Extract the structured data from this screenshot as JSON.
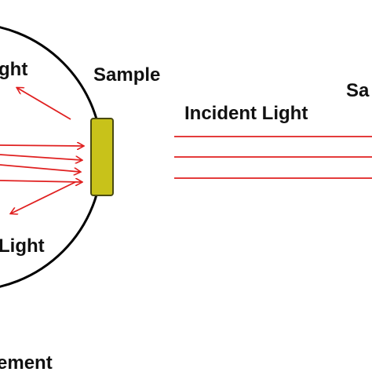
{
  "labels": {
    "reflected_light_fragment": "ght",
    "sample_left": "Sample",
    "incident_light": "Incident Light",
    "sample_right_fragment": "Sa",
    "transmitted_light_fragment": "Light",
    "measurement_fragment": "ement"
  },
  "colors": {
    "outline": "#000000",
    "light_ray": "#e02020",
    "sample_fill": "#c8c21a",
    "sample_border": "#4a4a10",
    "text": "#111111"
  }
}
